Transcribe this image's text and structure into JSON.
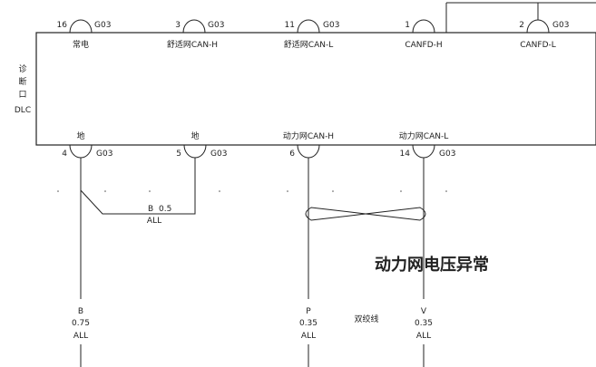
{
  "module": {
    "side_label": [
      "诊",
      "断",
      "口",
      "DLC"
    ]
  },
  "top_pins": [
    {
      "number": "16",
      "code": "G03",
      "label": "常电"
    },
    {
      "number": "3",
      "code": "G03",
      "label": "舒适网CAN-H"
    },
    {
      "number": "11",
      "code": "G03",
      "label": "舒适网CAN-L"
    },
    {
      "number": "1",
      "code": "",
      "label": "CANFD-H"
    },
    {
      "number": "2",
      "code": "G03",
      "label": "CANFD-L"
    }
  ],
  "bottom_pins": [
    {
      "number": "4",
      "code": "G03",
      "label": "地"
    },
    {
      "number": "5",
      "code": "G03",
      "label": "地"
    },
    {
      "number": "6",
      "code": "",
      "label": "动力网CAN-H"
    },
    {
      "number": "14",
      "code": "G03",
      "label": "动力网CAN-L"
    }
  ],
  "splice_wire": {
    "color": "B",
    "size": "0.5",
    "scope": "ALL"
  },
  "wires": [
    {
      "color": "B",
      "size": "0.75",
      "scope": "ALL"
    },
    {
      "color": "P",
      "size": "0.35",
      "scope": "ALL"
    },
    {
      "color": "V",
      "size": "0.35",
      "scope": "ALL"
    }
  ],
  "twisted_pair_label": "双绞线",
  "alert_text": "动力网电压异常",
  "colors": {
    "alert": "#e52a20",
    "line": "#222222"
  }
}
